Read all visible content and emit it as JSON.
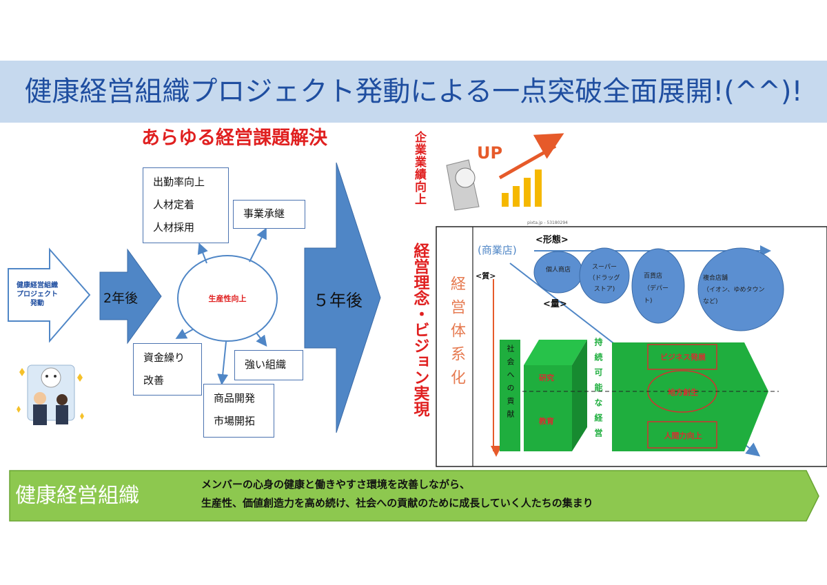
{
  "banner": {
    "title": "健康経営組織プロジェクト発動による一点突破全面展開!(^^)!"
  },
  "left": {
    "red_title": "あらゆる経営課題解決",
    "start_arrow_label": "健康経営組織\nプロジェクト\n発動",
    "arrow_2y": "2年後",
    "arrow_5y": "５年後",
    "center": "生産性向上",
    "box_tl": [
      "出勤率向上",
      "人材定着",
      "人材採用"
    ],
    "box_succession": "事業承継",
    "box_funding": [
      "資金繰り",
      "改善"
    ],
    "box_strong": "強い組織",
    "box_product": [
      "商品開発",
      "市場開拓"
    ]
  },
  "middle": {
    "performance": "企業業績向上",
    "up_label": "UP",
    "philosophy": "経営理念・ビジョン実現"
  },
  "right": {
    "credit": "pixta.jp - 53180294",
    "shop_label": "(商業店)",
    "form_label": "<形態>",
    "quality_label": "<質>",
    "quantity_label": "<量>",
    "system_label": "経営体系化",
    "circles": [
      "個人商店",
      "スーパー\n（ドラッグ\nストア)",
      "百貨店\n（デパー\nト)",
      "複合店舗\n（イオン、ゆめタウン\nなど)"
    ],
    "society_label": "社会への貢献",
    "research": "研究",
    "education": "教育",
    "sustainable": "持続可能な経営",
    "business": "ビジネス発展",
    "regional": "地方創生",
    "human": "人間力向上"
  },
  "footer": {
    "title": "健康経営組織",
    "line1": "メンバーの心身の健康と働きやすさ環境を改善しながら、",
    "line2": "生産性、価値創造力を高め続け、社会への貢献のために成長していく人たちの集まり"
  },
  "colors": {
    "banner_bg": "#c6d9ee",
    "banner_text": "#1f4ea0",
    "red": "#e02020",
    "blue_arrow": "#4f86c6",
    "green": "#1fae3e",
    "footer_green": "#8dc84f"
  }
}
